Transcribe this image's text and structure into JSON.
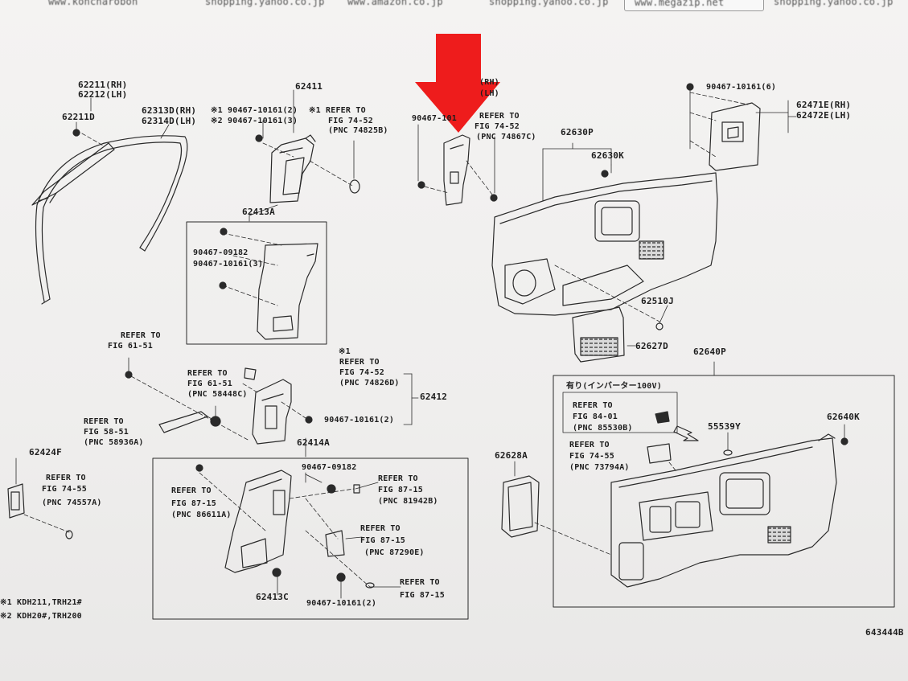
{
  "browser_tabs": [
    {
      "label": "www.kohcharobon"
    },
    {
      "label": "shopping.yahoo.co.jp"
    },
    {
      "label": "www.amazon.co.jp"
    },
    {
      "label": "shopping.yahoo.co.jp"
    },
    {
      "label": "www.megazip.net"
    },
    {
      "label": "shopping.yahoo.co.jp"
    }
  ],
  "labels": {
    "p62211": "62211(RH)",
    "p62212": "62212(LH)",
    "p62211d": "62211D",
    "p62313d": "62313D(RH)",
    "p62314d": "62314D(LH)",
    "p62411": "62411",
    "n1_bolt": "※1 90467-10161(2)",
    "n2_bolt": "※2 90467-10161(3)",
    "refer_a1": "※1 REFER TO",
    "refer_a2": "FIG 74-52",
    "refer_a3": "(PNC 74825B)",
    "p62413a": "62413A",
    "box_a_1": "90467-09182",
    "box_a_2": "90467-10161(3)",
    "pillar_rh": "(RH)",
    "pillar_lh": "(LH)",
    "pillar_bolt": "90467-101",
    "refer_b1": "REFER TO",
    "refer_b2": "FIG 74-52",
    "refer_b3": "(PNC 74867C)",
    "p62630p": "62630P",
    "p62630k": "62630K",
    "top_bolt6": "90467-10161(6)",
    "p62471e": "62471E(RH)",
    "p62472e": "62472E(LH)",
    "p62510j": "62510J",
    "p62627d": "62627D",
    "p62640p": "62640P",
    "refer_c1": "REFER TO",
    "refer_c2": "FIG 61-51",
    "note_c": "※1",
    "refer_d1": "REFER TO",
    "refer_d2": "FIG 74-52",
    "refer_d3": "(PNC 74826D)",
    "refer_e1": "REFER TO",
    "refer_e2": "FIG 61-51",
    "refer_e3": "(PNC 58448C)",
    "p62412": "62412",
    "bolt_62412": "90467-10161(2)",
    "refer_f1": "REFER TO",
    "refer_f2": "FIG 58-51",
    "refer_f3": "(PNC 58936A)",
    "p62414a": "62414A",
    "p62424f": "62424F",
    "refer_g1": "REFER TO",
    "refer_g2": "FIG 74-55",
    "refer_g3": "(PNC 74557A)",
    "box_b_bolt": "90467-09182",
    "refer_h1": "REFER TO",
    "refer_h2": "FIG 87-15",
    "refer_h3": "(PNC 86611A)",
    "refer_i1": "REFER TO",
    "refer_i2": "FIG 87-15",
    "refer_i3": "(PNC 81942B)",
    "refer_j1": "REFER TO",
    "refer_j2": "FIG 87-15",
    "refer_j3": "(PNC 87290E)",
    "refer_k1": "REFER TO",
    "refer_k2": "FIG 87-15",
    "p62413c": "62413C",
    "box_b_bolt2": "90467-10161(2)",
    "p62628a": "62628A",
    "inverter": "有り(インバーター100V)",
    "refer_l1": "REFER TO",
    "refer_l2": "FIG 84-01",
    "refer_l3": "(PNC 85530B)",
    "p55539y": "55539Y",
    "p62640k": "62640K",
    "refer_m1": "REFER TO",
    "refer_m2": "FIG 74-55",
    "refer_m3": "(PNC 73794A)",
    "foot1": "※1 KDH211,TRH21#",
    "foot2": "※2 KDH20#,TRH200",
    "fig_no": "643444B"
  },
  "colors": {
    "arrow": "#ee1c1c",
    "ink": "#1d1d1d",
    "paper": "#f1f0ef"
  },
  "icons": {
    "pointer": "red-down-arrow-icon"
  }
}
